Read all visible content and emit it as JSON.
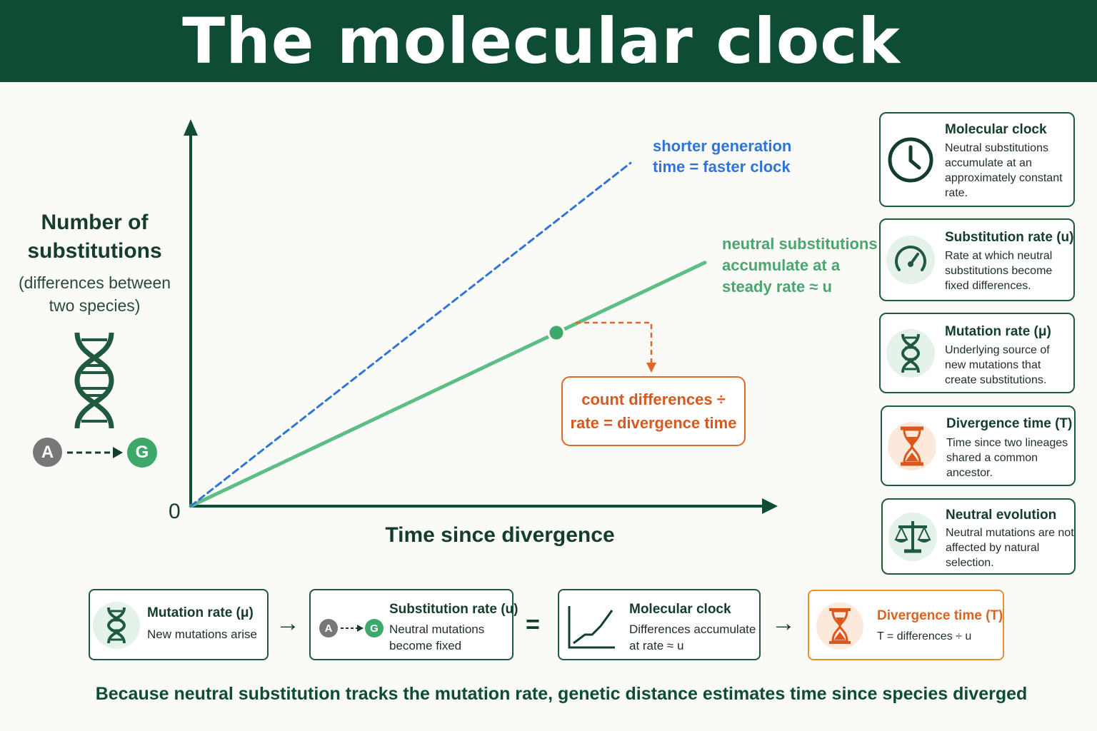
{
  "title": "The molecular clock",
  "y_axis": {
    "title": "Number of substitutions",
    "subtitle": "(differences between two species)"
  },
  "x_axis": {
    "title": "Time since divergence",
    "origin_label": "0"
  },
  "bases": {
    "from": "A",
    "to": "G"
  },
  "annotations": {
    "blue_line": [
      "shorter generation",
      "time = faster clock"
    ],
    "green_line": [
      "neutral substitutions",
      "accumulate at a",
      "steady rate ≈ u"
    ],
    "count_box": [
      "count differences ÷",
      "rate = divergence time"
    ]
  },
  "chart_data": {
    "type": "line",
    "x_range": [
      0,
      1
    ],
    "y_range": [
      0,
      1
    ],
    "series": [
      {
        "label_ref": "neutral substitutions accumulate at a steady rate ≈ u",
        "color": "#5cbd85",
        "style": "solid",
        "x": [
          0,
          0.9
        ],
        "y": [
          0,
          0.66
        ]
      },
      {
        "label_ref": "shorter generation time = faster clock",
        "color": "#2f74d8",
        "style": "dashed",
        "x": [
          0,
          0.77
        ],
        "y": [
          0,
          0.93
        ]
      }
    ],
    "marked_point": {
      "x": 0.64,
      "y": 0.47
    }
  },
  "side_cards": [
    {
      "title": "Molecular clock",
      "desc": "Neutral substitutions accumulate at an approximately constant rate.",
      "icon": "clock-icon",
      "accent": "#1f5a3e"
    },
    {
      "title": "Substitution rate (u)",
      "desc": "Rate at which neutral substitutions become fixed differences.",
      "icon": "gauge-icon",
      "accent": "#1f5a3e"
    },
    {
      "title": "Mutation rate (μ)",
      "desc": "Underlying source of new mutations that create substitutions.",
      "icon": "dna-icon",
      "accent": "#1f5a3e"
    },
    {
      "title": "Divergence time (T)",
      "desc": "Time since two lineages shared a common ancestor.",
      "icon": "hourglass-icon",
      "accent": "#e2662a"
    },
    {
      "title": "Neutral evolution",
      "desc": "Neutral mutations are not affected by natural selection.",
      "icon": "balance-scale-icon",
      "accent": "#1f5a3e"
    }
  ],
  "flow": [
    {
      "title": "Mutation rate (μ)",
      "desc": "New mutations arise"
    },
    {
      "title": "Substitution rate (u)",
      "desc": "Neutral mutations become fixed"
    },
    {
      "title": "Molecular clock",
      "desc": "Differences accumulate at rate ≈ u"
    },
    {
      "title": "Divergence time (T)",
      "desc": "T = differences ÷ u"
    }
  ],
  "flow_operators": [
    "→",
    "=",
    "→"
  ],
  "footer": "Because neutral substitution tracks the mutation rate, genetic distance estimates time since species diverged",
  "colors": {
    "dark_green": "#0e4d33",
    "green": "#5cbd85",
    "blue": "#2f74d8",
    "orange": "#e2662a",
    "grey": "#777777"
  }
}
